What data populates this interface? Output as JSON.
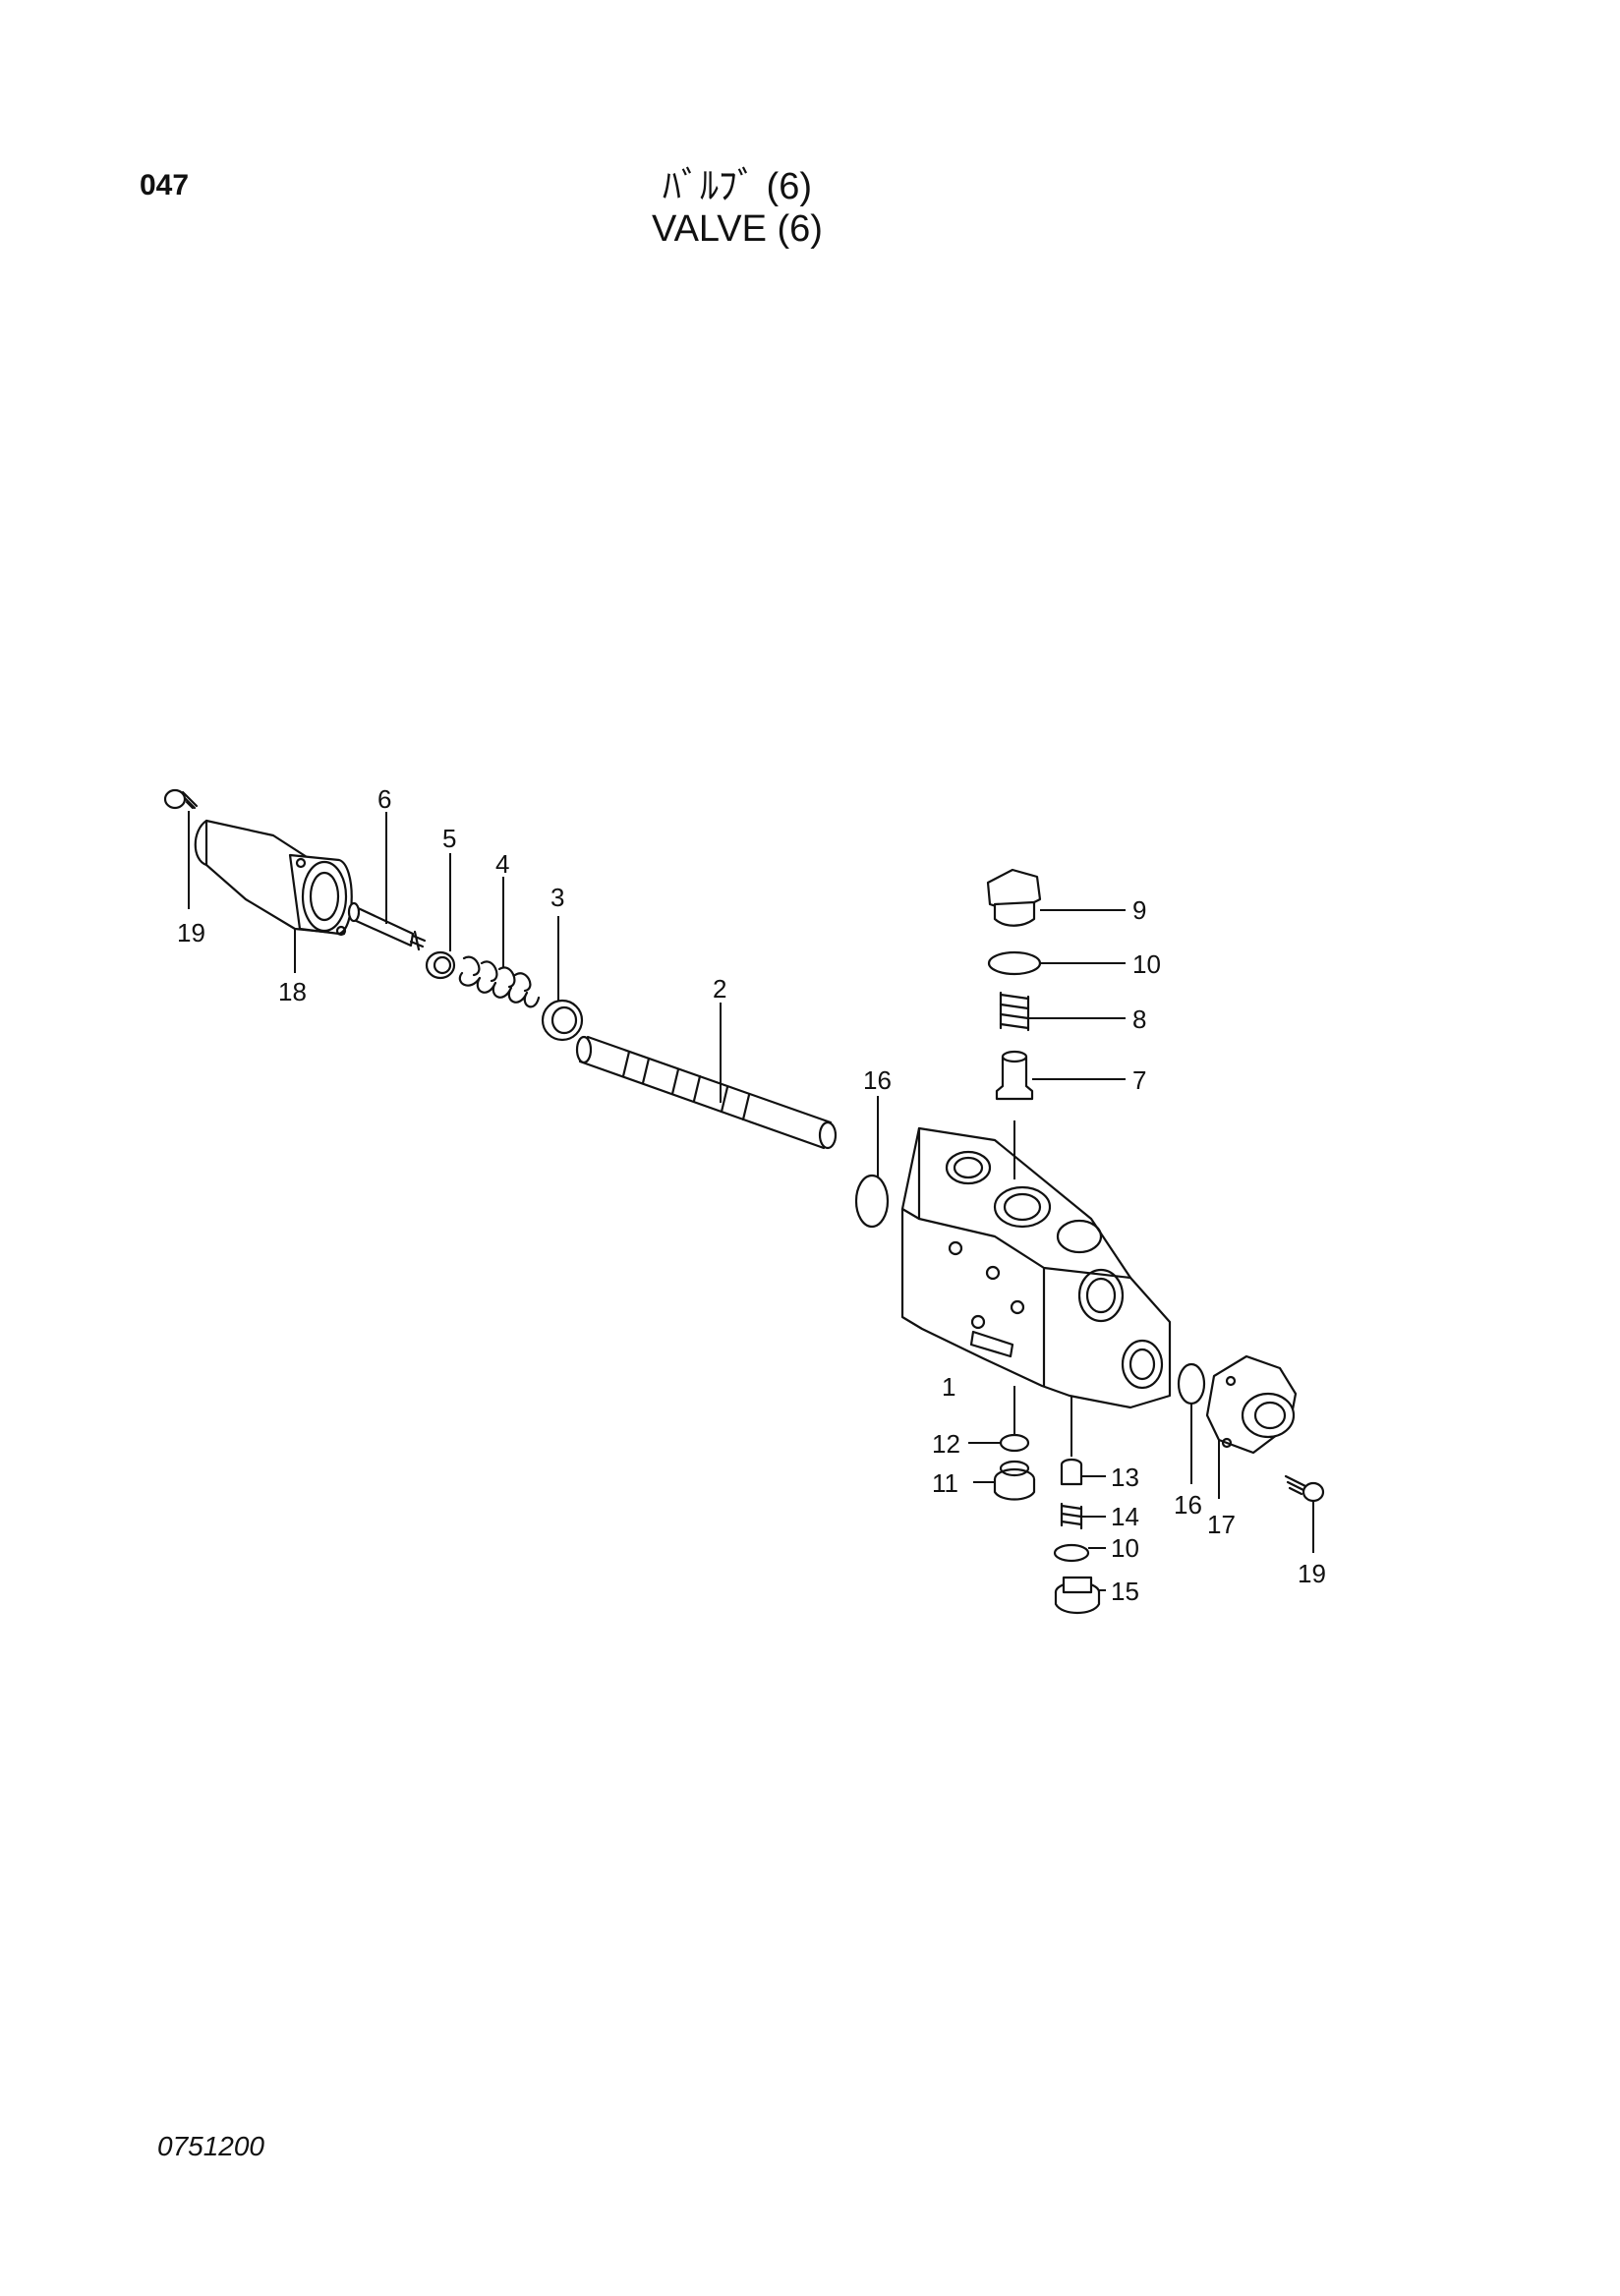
{
  "page_number": "047",
  "title_jp": "ﾊﾞﾙﾌﾞ (6)",
  "title_en": "VALVE (6)",
  "footer_code": "0751200",
  "callouts": [
    {
      "id": "c19a",
      "label": "19"
    },
    {
      "id": "c18",
      "label": "18"
    },
    {
      "id": "c6",
      "label": "6"
    },
    {
      "id": "c5",
      "label": "5"
    },
    {
      "id": "c4",
      "label": "4"
    },
    {
      "id": "c3",
      "label": "3"
    },
    {
      "id": "c2",
      "label": "2"
    },
    {
      "id": "c16a",
      "label": "16"
    },
    {
      "id": "c1",
      "label": "1"
    },
    {
      "id": "c9",
      "label": "9"
    },
    {
      "id": "c10a",
      "label": "10"
    },
    {
      "id": "c8",
      "label": "8"
    },
    {
      "id": "c7",
      "label": "7"
    },
    {
      "id": "c12",
      "label": "12"
    },
    {
      "id": "c11",
      "label": "11"
    },
    {
      "id": "c13",
      "label": "13"
    },
    {
      "id": "c14",
      "label": "14"
    },
    {
      "id": "c10b",
      "label": "10"
    },
    {
      "id": "c15",
      "label": "15"
    },
    {
      "id": "c16b",
      "label": "16"
    },
    {
      "id": "c17",
      "label": "17"
    },
    {
      "id": "c19b",
      "label": "19"
    }
  ]
}
